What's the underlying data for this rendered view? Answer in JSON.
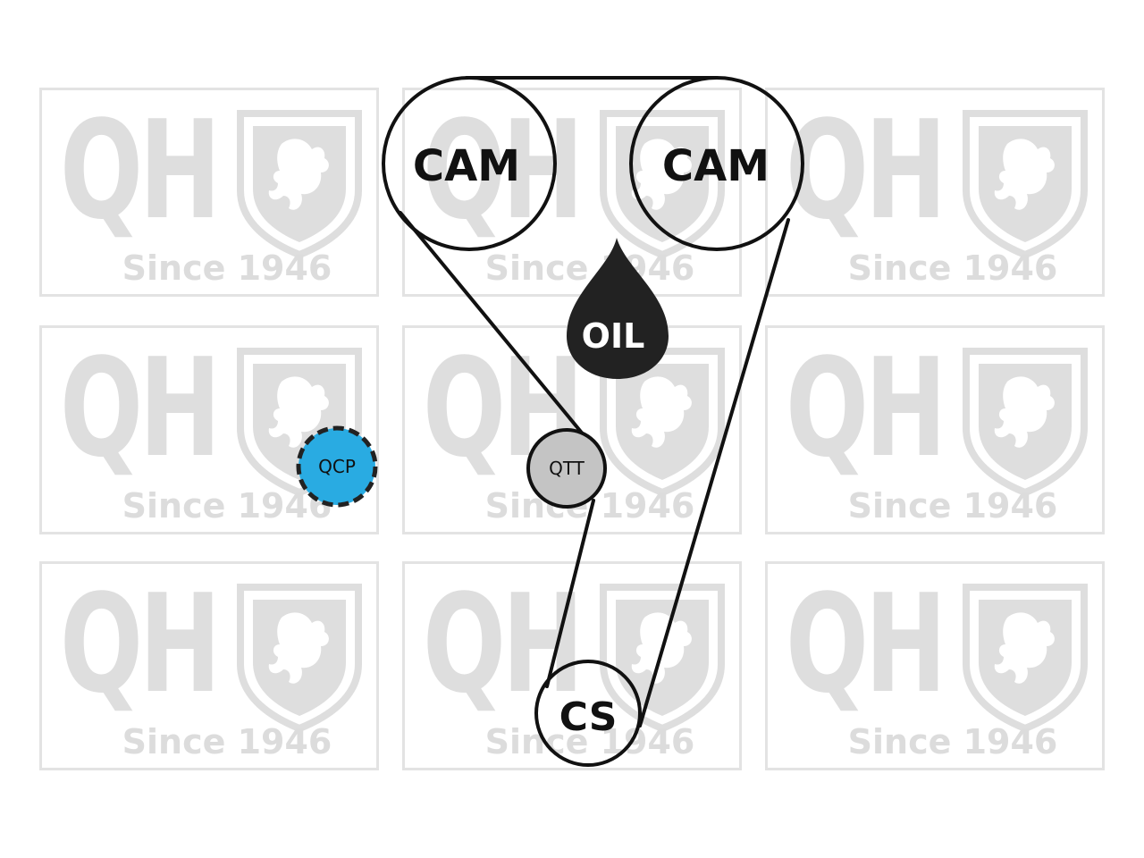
{
  "watermark": {
    "letters": "QH",
    "since": "Since 1946",
    "tile_count": 9
  },
  "components": {
    "cam_left": "CAM",
    "cam_right": "CAM",
    "oil": "OIL",
    "tensioner": "QTT",
    "water_pump": "QCP",
    "crankshaft": "CS"
  },
  "colors": {
    "belt": "#111111",
    "oil_drop": "#222222",
    "tensioner_fill": "#c4c4c4",
    "water_pump_fill": "#29abe2",
    "watermark": "#dedede"
  }
}
